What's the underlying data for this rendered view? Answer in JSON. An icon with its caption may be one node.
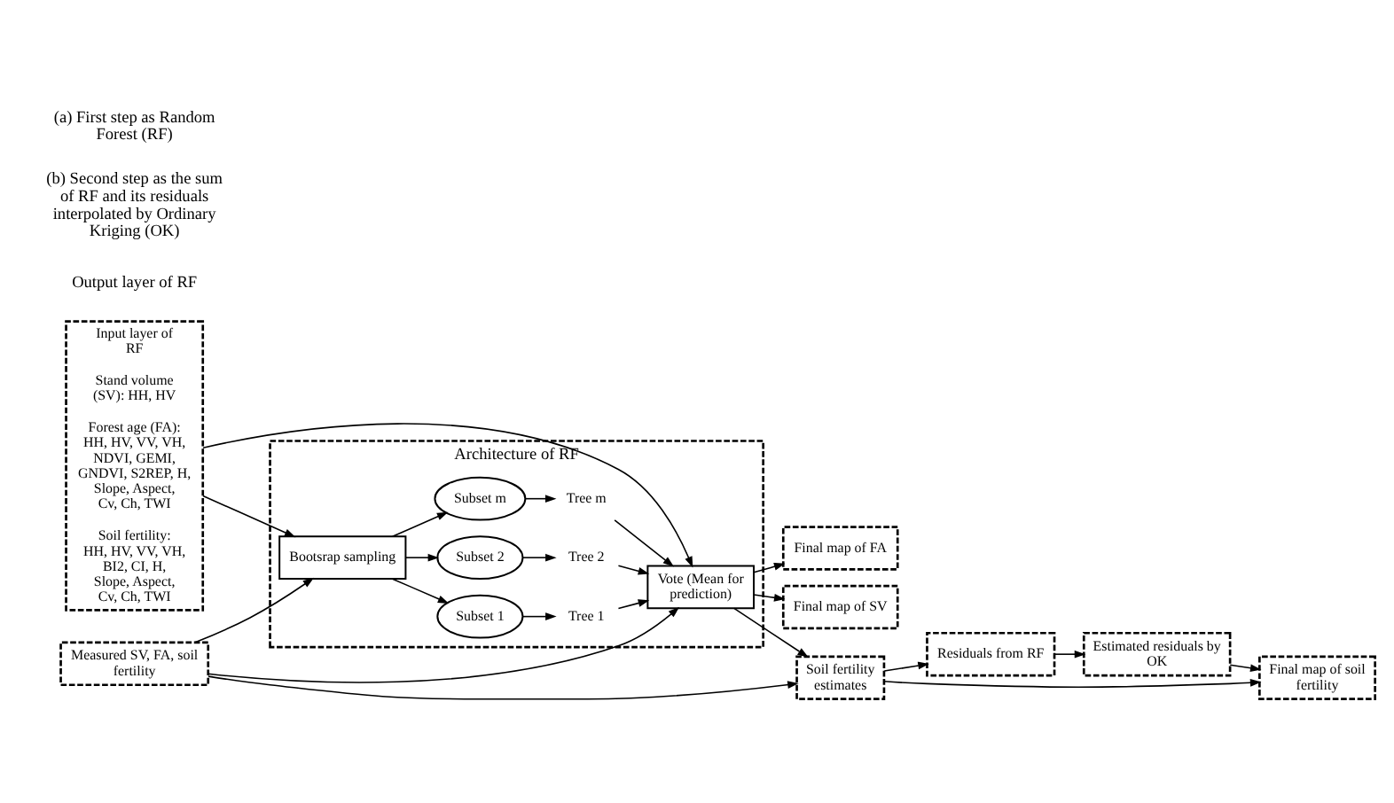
{
  "diagram": {
    "nodes": [
      {
        "text": [
          "Input layer of RF",
          "Stand volume (SV): HH, HV",
          "Forest age (FA): HH, HV, VV, VH, NDVI, GEMI, GNDVI, S2REP, H, Slope, Aspect, Cv, Ch, TWI",
          "Soil fertility: HH, HV, VV, VH, BI2, CI, H, Slope, Aspect, Cv, Ch, TWI"
        ]
      },
      {
        "text": [
          "Measured SV, FA, soil fertility"
        ]
      },
      {
        "text": [
          "Architecture of RF"
        ]
      },
      {
        "text": [
          "Bootsrap sampling"
        ],
        "in": 2
      },
      {
        "text": [
          "Subset 1"
        ],
        "in": 2
      },
      {
        "text": [
          "Subset 2"
        ],
        "in": 2
      },
      {
        "text": [
          "Subset m"
        ],
        "in": 2
      },
      {
        "text": [
          "Tree 1"
        ],
        "in": 2
      },
      {
        "text": [
          "Tree 2"
        ],
        "in": 2
      },
      {
        "text": [
          "Tree m"
        ],
        "in": 2
      },
      {
        "text": [
          "Vote (Mean for prediction)"
        ],
        "in": 2
      },
      {
        "text": [
          "Final map of SV"
        ]
      },
      {
        "text": [
          "Final map of FA"
        ]
      },
      {
        "text": [
          "Soil fertility estimates"
        ]
      },
      {
        "text": [
          "Residuals from RF"
        ]
      },
      {
        "text": [
          "Estimated residuals by OK"
        ]
      },
      {
        "text": [
          "Final map of soil fertility"
        ]
      }
    ],
    "edges": [
      {
        "from": 0,
        "to": 3,
        "arrow": "to"
      },
      {
        "from": 0,
        "to": 10,
        "arrow": "to"
      },
      {
        "from": 1,
        "to": 3,
        "arrow": "to"
      },
      {
        "from": 1,
        "to": 10,
        "arrow": "to"
      },
      {
        "from": 3,
        "to": 4,
        "arrow": "to"
      },
      {
        "from": 3,
        "to": 5,
        "arrow": "to"
      },
      {
        "from": 3,
        "to": 6,
        "arrow": "to"
      },
      {
        "from": 4,
        "to": 7,
        "arrow": "to"
      },
      {
        "from": 5,
        "to": 8,
        "arrow": "to"
      },
      {
        "from": 6,
        "to": 9,
        "arrow": "to"
      },
      {
        "from": 7,
        "to": 10,
        "arrow": "to"
      },
      {
        "from": 8,
        "to": 10,
        "arrow": "to"
      },
      {
        "from": 9,
        "to": 10,
        "arrow": "to"
      },
      {
        "from": 10,
        "to": 11,
        "arrow": "to"
      },
      {
        "from": 10,
        "to": 12,
        "arrow": "to"
      },
      {
        "from": 10,
        "to": 13,
        "arrow": "to"
      },
      {
        "from": 1,
        "to": 13,
        "arrow": "to"
      },
      {
        "from": 13,
        "to": 14,
        "arrow": "to"
      },
      {
        "from": 14,
        "to": 15,
        "arrow": "to"
      },
      {
        "from": 15,
        "to": 16,
        "arrow": "to"
      },
      {
        "from": 13,
        "to": 16,
        "arrow": "to"
      }
    ],
    "labels": [
      "(a) First step as Random Forest (RF)",
      "(b) Second step as the sum of RF and its residuals interpolated by Ordinary Kriging (OK)",
      "Output layer of RF"
    ]
  }
}
